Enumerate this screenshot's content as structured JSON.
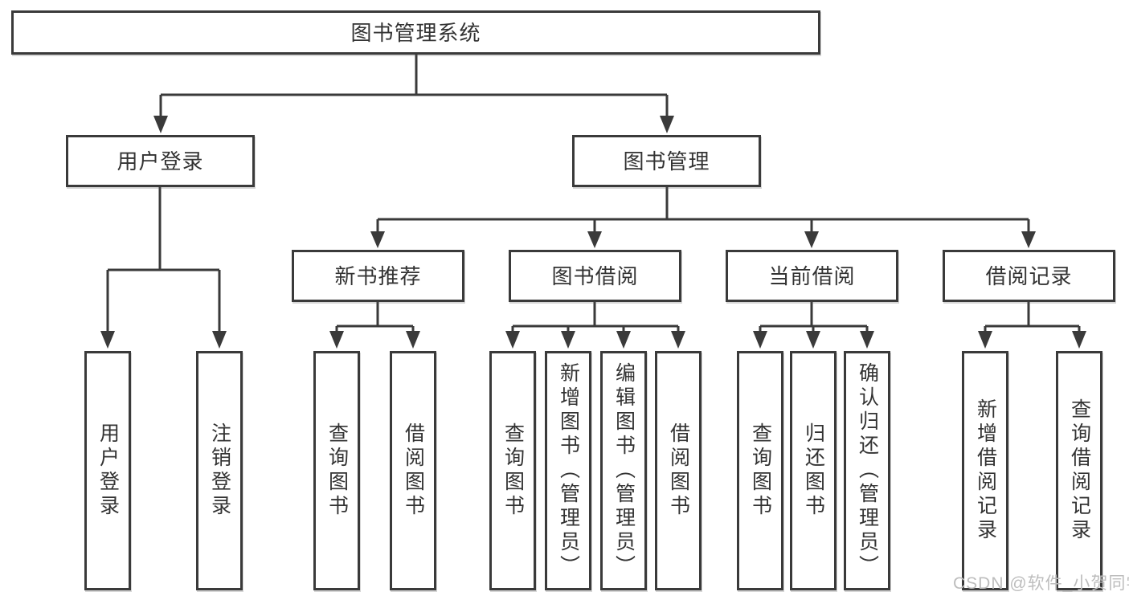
{
  "colors": {
    "line": "#3a3a3a",
    "box_border": "#3a3a3a",
    "text": "#333333",
    "watermark": "#bdbdbd",
    "background": "#ffffff"
  },
  "watermark": "CSDN @软件_小贺同学",
  "tree": {
    "label": "图书管理系统",
    "children": [
      {
        "label": "用户登录",
        "children": [
          {
            "label": "用户登录"
          },
          {
            "label": "注销登录"
          }
        ]
      },
      {
        "label": "图书管理",
        "children": [
          {
            "label": "新书推荐",
            "children": [
              {
                "label": "查询图书"
              },
              {
                "label": "借阅图书"
              }
            ]
          },
          {
            "label": "图书借阅",
            "children": [
              {
                "label": "查询图书"
              },
              {
                "label": "新增图书（管理员）"
              },
              {
                "label": "编辑图书（管理员）"
              },
              {
                "label": "借阅图书"
              }
            ]
          },
          {
            "label": "当前借阅",
            "children": [
              {
                "label": "查询图书"
              },
              {
                "label": "归还图书"
              },
              {
                "label": "确认归还（管理员）"
              }
            ]
          },
          {
            "label": "借阅记录",
            "children": [
              {
                "label": "新增借阅记录"
              },
              {
                "label": "查询借阅记录"
              }
            ]
          }
        ]
      }
    ]
  }
}
